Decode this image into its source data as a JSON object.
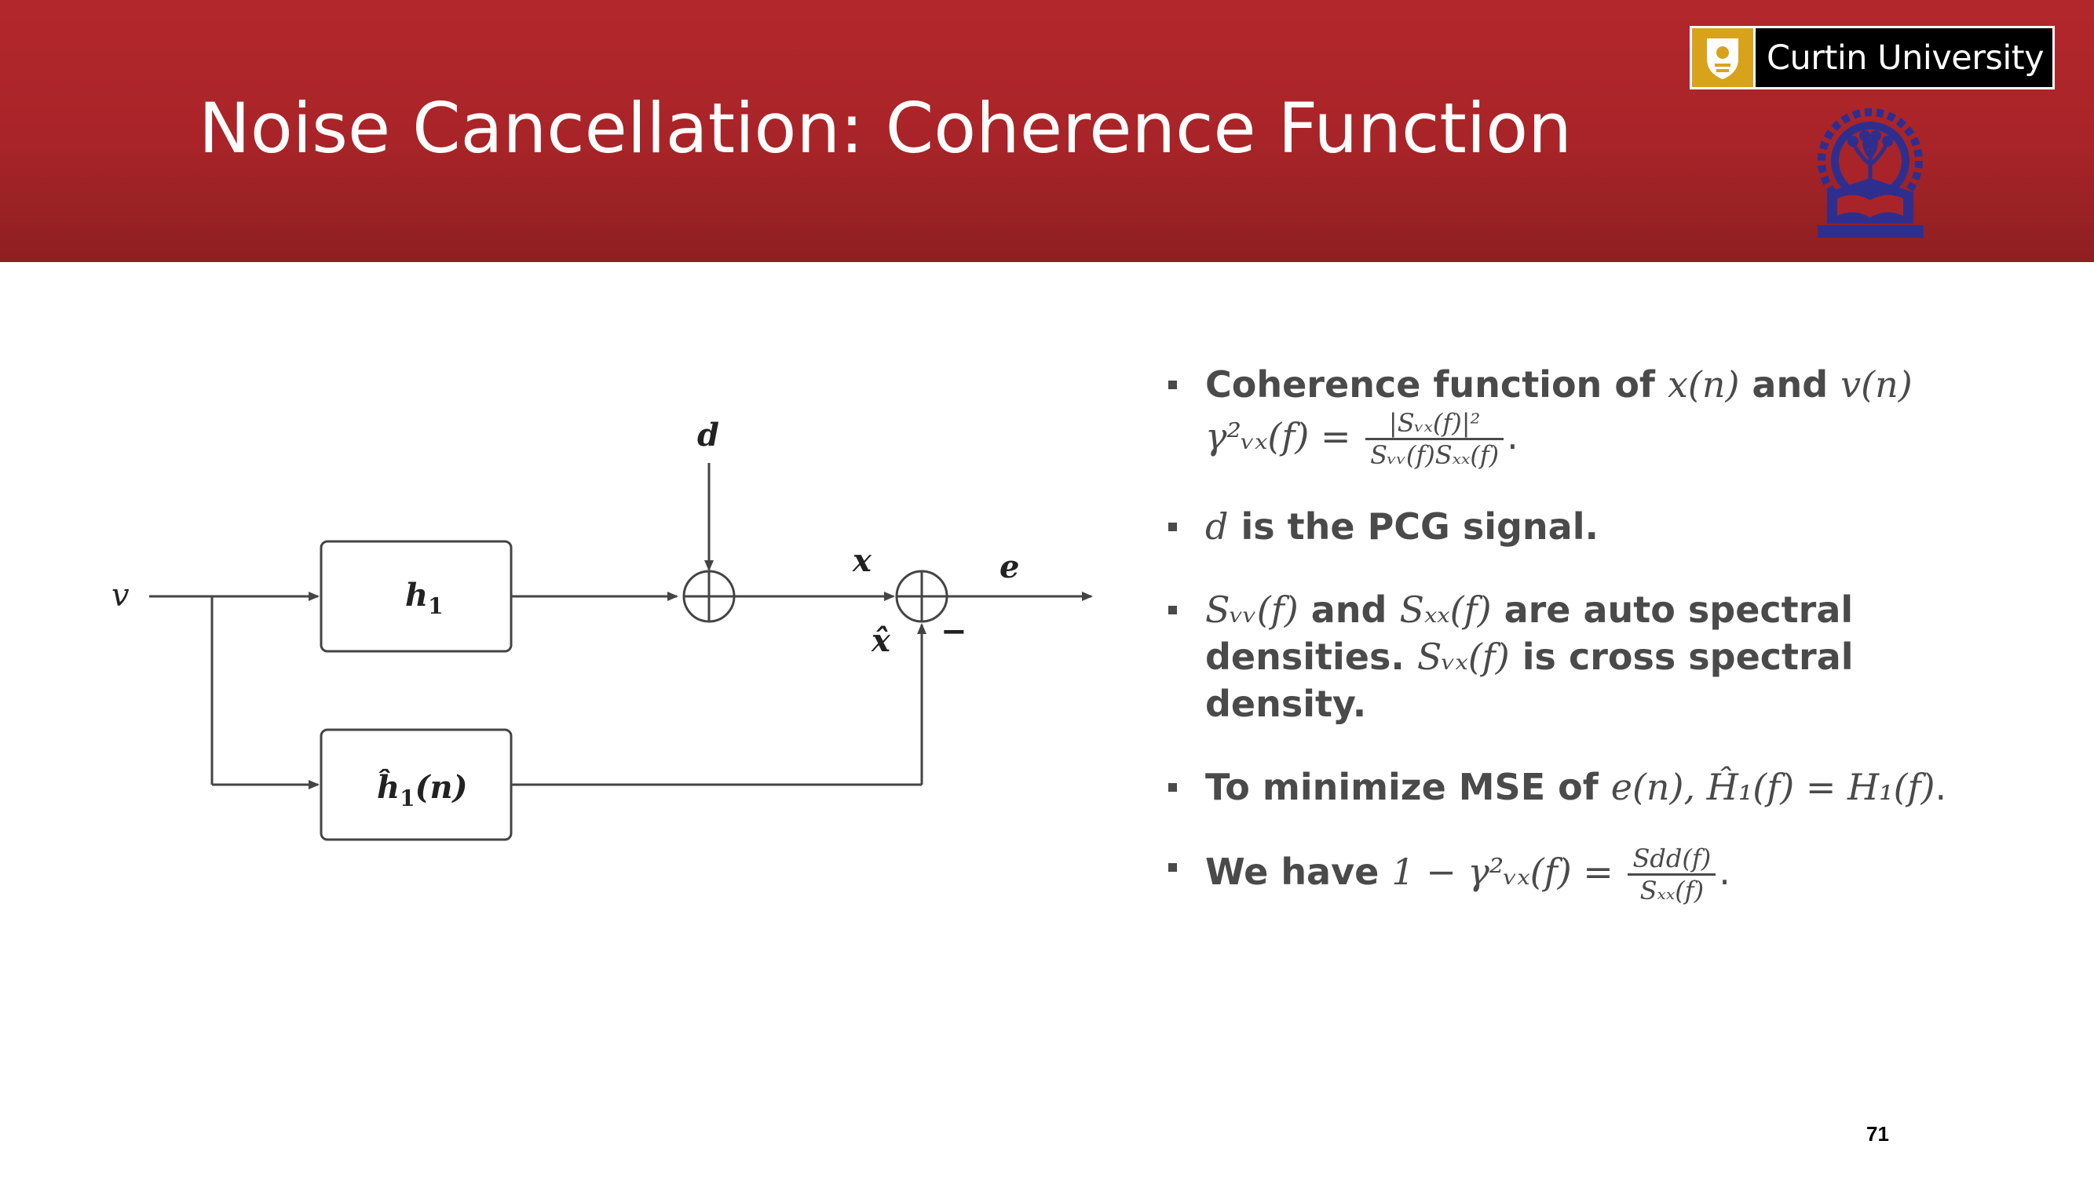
{
  "slide": {
    "title": "Noise Cancellation: Coherence Function",
    "page_number": "71",
    "logo_text": "Curtin University"
  },
  "diagram": {
    "input_label": "v",
    "disturbance_label": "d",
    "block1_label": "h",
    "block1_sub": "1",
    "block2_label": "ĥ",
    "block2_sub": "1",
    "block2_arg": "(n)",
    "x_label": "x",
    "xhat_label": "x̂",
    "e_label": "e",
    "minus_label": "−"
  },
  "bullets": {
    "b1_text": "Coherence function of ",
    "b1_x": "x(n)",
    "b1_and": " and ",
    "b1_v": "v(n)",
    "b1_lhs": "γ²ᵥₓ(f) = ",
    "b1_num": "|Sᵥₓ(f)|²",
    "b1_den": "Sᵥᵥ(f)Sₓₓ(f)",
    "b1_end": ".",
    "b2_d": "d",
    "b2_text": " is the PCG signal.",
    "b3_svv": "Sᵥᵥ(f)",
    "b3_and": " and ",
    "b3_sxx": "Sₓₓ(f)",
    "b3_text1": " are auto spectral densities. ",
    "b3_svx": "Sᵥₓ(f)",
    "b3_text2": " is cross spectral density.",
    "b4_text": "To minimize MSE of ",
    "b4_e": "e(n), Ĥ₁(f) = H₁(f)",
    "b4_end": ".",
    "b5_text": "We have ",
    "b5_lhs": "1 − γ²ᵥₓ(f) = ",
    "b5_num": "Sdd(f)",
    "b5_den": "Sₓₓ(f)",
    "b5_end": "."
  },
  "colors": {
    "header_red": "#b3272c",
    "logo_gold": "#d8a31b",
    "emblem_blue": "#2e2e8f",
    "body_text": "#4a4a4a"
  }
}
